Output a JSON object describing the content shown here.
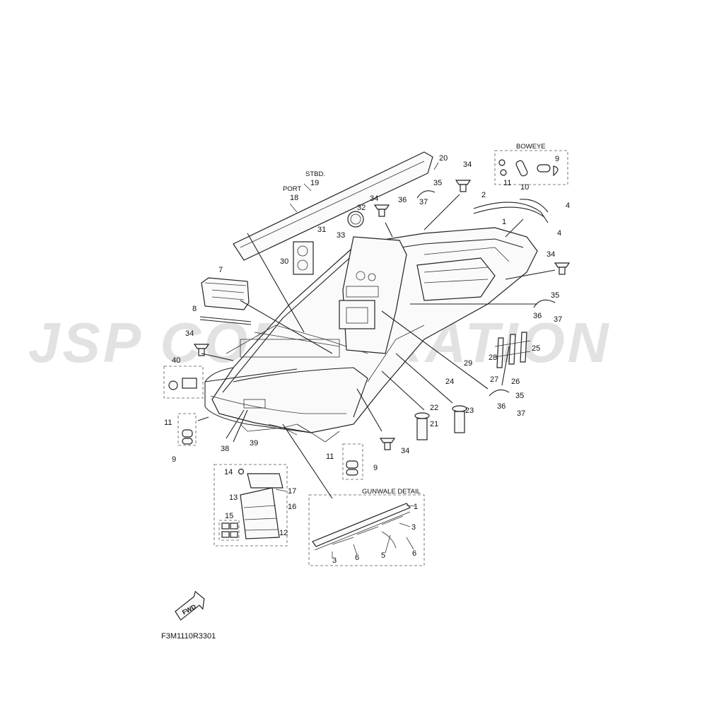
{
  "watermark": "JSP CORPORATION",
  "figure_code": "F3M1110R3301",
  "fwd_label": "FWD",
  "box_titles": {
    "boweye": "BOWEYE",
    "gunwale": "GUNWALE DETAIL"
  },
  "side_labels": {
    "port": "PORT",
    "stbd": "STBD."
  },
  "callouts": {
    "c20": "20",
    "c19": "19",
    "c18": "18",
    "c34a": "34",
    "c35a": "35",
    "c36a": "36",
    "c37a": "37",
    "c34b": "34",
    "c32": "32",
    "c33": "33",
    "c31": "31",
    "c30": "30",
    "c7": "7",
    "c8": "8",
    "c9a": "9",
    "c11a": "11",
    "c10": "10",
    "c2": "2",
    "c4a": "4",
    "c1a": "1",
    "c4b": "4",
    "c34c": "34",
    "c35b": "35",
    "c36b": "36",
    "c37b": "37",
    "c34d": "34",
    "c40": "40",
    "c28": "28",
    "c25": "25",
    "c29": "29",
    "c27": "27",
    "c26": "26",
    "c24": "24",
    "c22": "22",
    "c23": "23",
    "c21": "21",
    "c35c": "35",
    "c36c": "36",
    "c37c": "37",
    "c11b": "11",
    "c9b": "9",
    "c38": "38",
    "c39": "39",
    "c34e": "34",
    "c11c": "11",
    "c9c": "9",
    "c14": "14",
    "c13": "13",
    "c17": "17",
    "c16": "16",
    "c15": "15",
    "c12": "12",
    "c1b": "1",
    "c3a": "3",
    "c6a": "6",
    "c5": "5",
    "c3b": "3",
    "c6b": "6"
  }
}
